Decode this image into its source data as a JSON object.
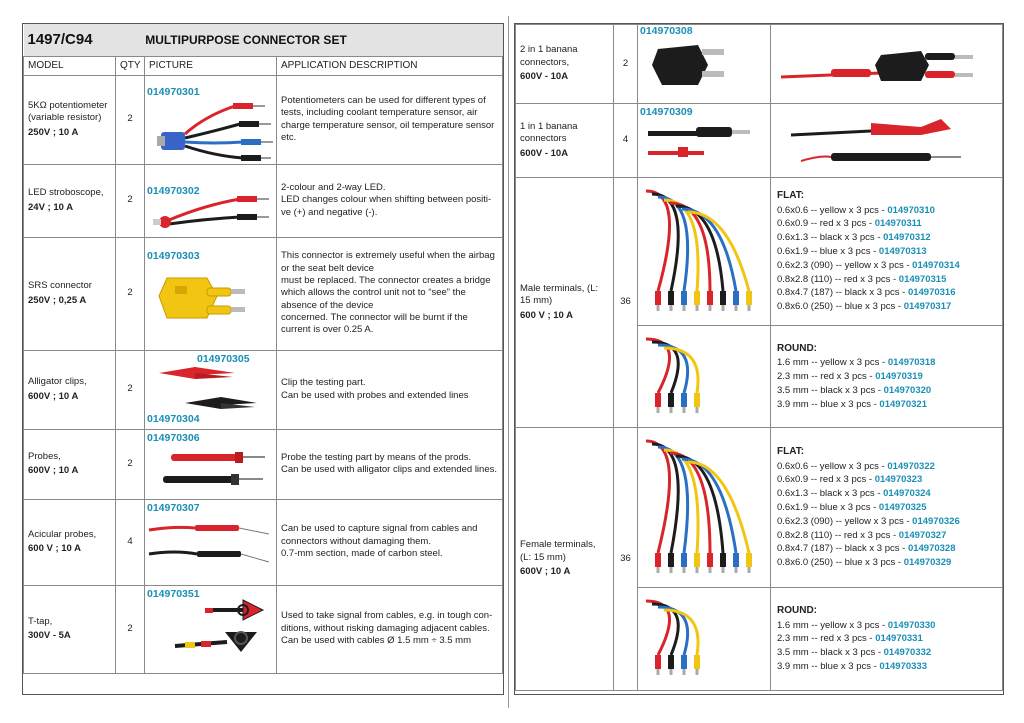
{
  "header": {
    "code": "1497/C94",
    "title": "MULTIPURPOSE CONNECTOR SET"
  },
  "columns": {
    "model": "MODEL",
    "qty": "QTY",
    "picture": "PICTURE",
    "application": "APPLICATION DESCRIPTION"
  },
  "left_rows": [
    {
      "model": "5KΩ potentiometer (variable resistor)",
      "rating": "250V ; 10 A",
      "qty": "2",
      "part_numbers": [
        "014970301"
      ],
      "desc": [
        "Potentiometers can be used for different types of tests, including coolant temperature sensor, air charge temperature sensor, oil temperature sensor etc."
      ]
    },
    {
      "model": "LED stroboscope,",
      "rating": "24V ; 10 A",
      "qty": "2",
      "part_numbers": [
        "014970302"
      ],
      "desc": [
        "2-colour and 2-way LED.",
        "LED changes colour when shifting between positi-ve (+) and negative (-)."
      ]
    },
    {
      "model": "SRS connector",
      "rating": "250V ; 0,25 A",
      "qty": "2",
      "part_numbers": [
        "014970303"
      ],
      "desc": [
        "This connector is extremely useful when the airbag or the seat belt device",
        "must be replaced. The connector creates a bridge which allows the control unit not to “see” the absence of the device",
        "concerned. The connector will be burnt if the current is over 0.25 A."
      ]
    },
    {
      "model": "Alligator clips,",
      "rating": "600V ; 10 A",
      "qty": "2",
      "part_numbers": [
        "014970305",
        "014970304"
      ],
      "desc": [
        "Clip the testing part.",
        "Can be used with probes and extended lines"
      ]
    },
    {
      "model": "Probes,",
      "rating": "600V ; 10 A",
      "qty": "2",
      "part_numbers": [
        "014970306"
      ],
      "desc": [
        "Probe the testing part by means of the prods.",
        "Can be used with alligator clips and extended lines."
      ]
    },
    {
      "model": "Acicular probes,",
      "rating": "600 V ; 10 A",
      "qty": "4",
      "part_numbers": [
        "014970307"
      ],
      "desc": [
        "Can be used to capture signal from cables and connectors without damaging them.",
        "0.7-mm section, made of carbon steel."
      ]
    },
    {
      "model": "T-tap,",
      "rating": "300V - 5A",
      "qty": "2",
      "part_numbers": [
        "014970351"
      ],
      "desc": [
        "Used to take signal from cables, e.g.  in tough con-ditions, without risking damaging adjacent cables.",
        "Can be used with cables Ø 1.5 mm ÷ 3.5 mm"
      ]
    }
  ],
  "right_top": [
    {
      "model": "2 in 1 banana connectors,",
      "rating": "600V - 10A",
      "qty": "2",
      "part_number": "014970308"
    },
    {
      "model": "1 in 1 banana connectors",
      "rating": "600V - 10A",
      "qty": "4",
      "part_number": "014970309"
    }
  ],
  "male": {
    "model": "Male terminals, (L: 15 mm)",
    "rating": "600 V ; 10 A",
    "qty": "36",
    "flat_title": "FLAT:",
    "flat": [
      {
        "spec": "0.6x0.6 -- yellow x 3 pcs  - ",
        "pn": "014970310"
      },
      {
        "spec": "0.6x0.9 -- red x 3 pcs  - ",
        "pn": "014970311"
      },
      {
        "spec": "0.6x1.3 -- black x 3 pcs  - ",
        "pn": "014970312"
      },
      {
        "spec": "0.6x1.9 -- blue x 3 pcs  - ",
        "pn": "014970313"
      },
      {
        "spec": "0.6x2.3 (090) -- yellow x 3 pcs  - ",
        "pn": "014970314"
      },
      {
        "spec": "0.8x2.8 (110) -- red x 3 pcs  - ",
        "pn": "014970315"
      },
      {
        "spec": "0.8x4.7 (187) -- black x 3 pcs  - ",
        "pn": "014970316"
      },
      {
        "spec": "0.8x6.0 (250) -- blue x 3 pcs  - ",
        "pn": "014970317"
      }
    ],
    "round_title": "ROUND:",
    "round": [
      {
        "spec": "1.6 mm -- yellow x 3 pcs - ",
        "pn": "014970318"
      },
      {
        "spec": "2.3 mm -- red x 3 pcs  - ",
        "pn": "014970319"
      },
      {
        "spec": "3.5 mm -- black x 3 pcs  - ",
        "pn": "014970320"
      },
      {
        "spec": "3.9 mm -- blue x 3 pcs  - ",
        "pn": "014970321"
      }
    ]
  },
  "female": {
    "model": "Female terminals, (L: 15 mm)",
    "rating": "600V ; 10 A",
    "qty": "36",
    "flat_title": "FLAT:",
    "flat": [
      {
        "spec": "0.6x0.6 -- yellow x 3 pcs - ",
        "pn": "014970322"
      },
      {
        "spec": "0.6x0.9 -- red x 3 pcs - ",
        "pn": "014970323"
      },
      {
        "spec": "0.6x1.3 -- black x 3 pcs - ",
        "pn": "014970324"
      },
      {
        "spec": "0.6x1.9 -- blue x 3 pcs - ",
        "pn": "014970325"
      },
      {
        "spec": "0.6x2.3 (090) -- yellow x 3 pcs - ",
        "pn": "014970326"
      },
      {
        "spec": "0.8x2.8 (110) -- red x 3 pcs - ",
        "pn": "014970327"
      },
      {
        "spec": "0.8x4.7 (187) -- black x 3 pcs - ",
        "pn": "014970328"
      },
      {
        "spec": "0.8x6.0 (250) -- blue x 3 pcs - ",
        "pn": "014970329"
      }
    ],
    "round_title": "ROUND:",
    "round": [
      {
        "spec": "1.6 mm -- yellow x 3 pcs - ",
        "pn": "014970330"
      },
      {
        "spec": "2.3 mm -- red x 3 pcs - ",
        "pn": "014970331"
      },
      {
        "spec": "3.5 mm -- black x 3 pcs - ",
        "pn": "014970332"
      },
      {
        "spec": "3.9 mm -- blue x 3 pcs - ",
        "pn": "014970333"
      }
    ]
  },
  "colors": {
    "part_number": "#1a8fb5",
    "red": "#d8242a",
    "black": "#1c1c1c",
    "blue": "#2b6fc4",
    "yellow": "#f2c512",
    "header_bg": "#e3e3e3"
  }
}
